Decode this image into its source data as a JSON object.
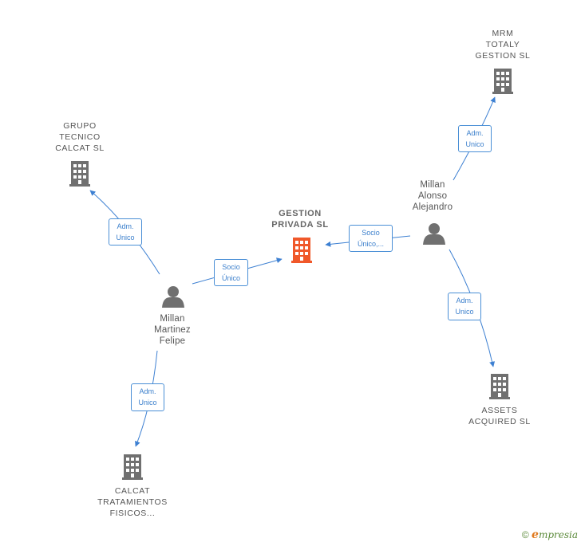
{
  "colors": {
    "edge": "#3d80d2",
    "badge_border": "#4a8fd6",
    "badge_text": "#3b7fcc",
    "company_icon": "#707070",
    "main_company_icon": "#f0582a",
    "person_icon": "#707070",
    "label_text": "#555555"
  },
  "nodes": {
    "gestion_privada": {
      "label": "GESTION\nPRIVADA SL",
      "icon": "building-icon"
    },
    "mrm_totaly": {
      "label": "MRM\nTOTALY\nGESTION SL",
      "icon": "building-icon"
    },
    "grupo_tecnico": {
      "label": "GRUPO\nTECNICO\nCALCAT SL",
      "icon": "building-icon"
    },
    "assets_acquired": {
      "label": "ASSETS\nACQUIRED SL",
      "icon": "building-icon"
    },
    "calcat_tratamientos": {
      "label": "CALCAT\nTRATAMIENTOS\nFISICOS...",
      "icon": "building-icon"
    },
    "millan_alonso": {
      "label": "Millan\nAlonso\nAlejandro",
      "icon": "person-icon"
    },
    "millan_martinez": {
      "label": "Millan\nMartinez\nFelipe",
      "icon": "person-icon"
    }
  },
  "edges": {
    "martinez_to_gestion": {
      "label": "Socio\nÚnico"
    },
    "alonso_to_gestion": {
      "label": "Socio\nÚnico,..."
    },
    "alonso_to_mrm": {
      "label": "Adm.\nUnico"
    },
    "alonso_to_assets": {
      "label": "Adm.\nUnico"
    },
    "martinez_to_grupo": {
      "label": "Adm.\nUnico"
    },
    "martinez_to_calcat": {
      "label": "Adm.\nUnico"
    }
  },
  "footer": {
    "copyright": "©",
    "brand_initial": "e",
    "brand_rest": "mpresia"
  }
}
